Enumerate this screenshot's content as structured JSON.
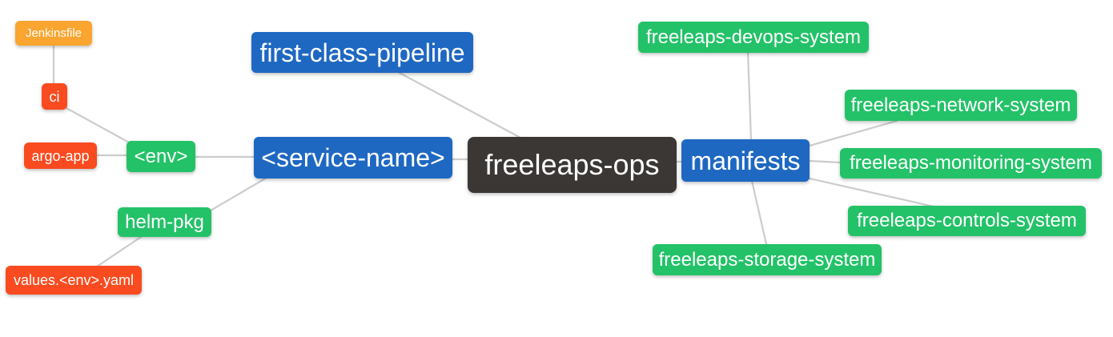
{
  "diagram": {
    "type": "mindmap",
    "colors": {
      "root_node": "#3B3735",
      "branch_node": "#1E68C2",
      "system_node": "#23C268",
      "leaf_node": "#F94B1F",
      "file_node": "#F9A52F",
      "edge": "#CCCCCC",
      "text": "#FFFFFF",
      "background": "#FFFFFF"
    }
  },
  "nodes": {
    "root": {
      "label": "freeleaps-ops"
    },
    "first_class_pipeline": {
      "label": "first-class-pipeline"
    },
    "service_name": {
      "label": "<service-name>"
    },
    "manifests": {
      "label": "manifests"
    },
    "env": {
      "label": "<env>"
    },
    "helm_pkg": {
      "label": "helm-pkg"
    },
    "ci": {
      "label": "ci"
    },
    "argo_app": {
      "label": "argo-app"
    },
    "jenkinsfile": {
      "label": "Jenkinsfile"
    },
    "values_env_yaml": {
      "label": "values.<env>.yaml"
    },
    "devops_system": {
      "label": "freeleaps-devops-system"
    },
    "network_system": {
      "label": "freeleaps-network-system"
    },
    "monitoring_system": {
      "label": "freeleaps-monitoring-system"
    },
    "controls_system": {
      "label": "freeleaps-controls-system"
    },
    "storage_system": {
      "label": "freeleaps-storage-system"
    }
  },
  "edges": [
    {
      "from": "freeleaps-ops",
      "to": "first-class-pipeline"
    },
    {
      "from": "freeleaps-ops",
      "to": "<service-name>"
    },
    {
      "from": "freeleaps-ops",
      "to": "manifests"
    },
    {
      "from": "<service-name>",
      "to": "<env>"
    },
    {
      "from": "<service-name>",
      "to": "helm-pkg"
    },
    {
      "from": "<env>",
      "to": "ci"
    },
    {
      "from": "<env>",
      "to": "argo-app"
    },
    {
      "from": "ci",
      "to": "Jenkinsfile"
    },
    {
      "from": "helm-pkg",
      "to": "values.<env>.yaml"
    },
    {
      "from": "manifests",
      "to": "freeleaps-devops-system"
    },
    {
      "from": "manifests",
      "to": "freeleaps-network-system"
    },
    {
      "from": "manifests",
      "to": "freeleaps-monitoring-system"
    },
    {
      "from": "manifests",
      "to": "freeleaps-controls-system"
    },
    {
      "from": "manifests",
      "to": "freeleaps-storage-system"
    }
  ]
}
